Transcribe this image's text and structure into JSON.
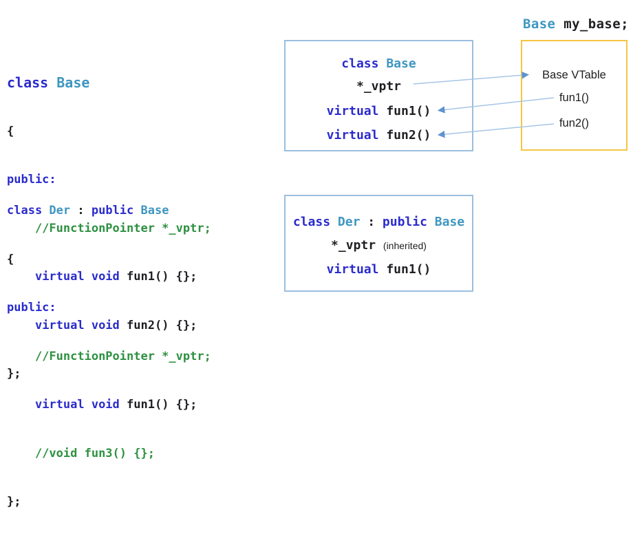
{
  "palette": {
    "keyword_blue": "#2b2bcd",
    "type_teal": "#3e96c0",
    "comment_green": "#2e9140",
    "code_dark": "#1f1f23",
    "box_blue_border": "#9bbedf",
    "box_yellow_border": "#f5c542",
    "arrow_line": "#a6c5e7",
    "arrow_head": "#5e93cf"
  },
  "code_left": {
    "base_lines": [
      [
        {
          "t": "class ",
          "c": "kw"
        },
        {
          "t": "Base",
          "c": "type"
        }
      ],
      [
        {
          "t": "{",
          "c": "pln"
        }
      ],
      [
        {
          "t": "public:",
          "c": "kw"
        }
      ],
      [
        {
          "t": "    ",
          "c": "pln"
        },
        {
          "t": "//FunctionPointer *_vptr;",
          "c": "cmt"
        }
      ],
      [
        {
          "t": "    ",
          "c": "pln"
        },
        {
          "t": "virtual void ",
          "c": "kw"
        },
        {
          "t": "fun1() {};",
          "c": "pln"
        }
      ],
      [
        {
          "t": "    ",
          "c": "pln"
        },
        {
          "t": "virtual void ",
          "c": "kw"
        },
        {
          "t": "fun2() {};",
          "c": "pln"
        }
      ],
      [
        {
          "t": "};",
          "c": "pln"
        }
      ]
    ],
    "der_lines": [
      [
        {
          "t": "class ",
          "c": "kw"
        },
        {
          "t": "Der",
          "c": "type"
        },
        {
          "t": " : ",
          "c": "pln"
        },
        {
          "t": "public ",
          "c": "kw"
        },
        {
          "t": "Base",
          "c": "type"
        }
      ],
      [
        {
          "t": "{",
          "c": "pln"
        }
      ],
      [
        {
          "t": "public:",
          "c": "kw"
        }
      ],
      [
        {
          "t": "    ",
          "c": "pln"
        },
        {
          "t": "//FunctionPointer *_vptr;",
          "c": "cmt"
        }
      ],
      [
        {
          "t": "    ",
          "c": "pln"
        },
        {
          "t": "virtual void ",
          "c": "kw"
        },
        {
          "t": "fun1() {};",
          "c": "pln"
        }
      ],
      [
        {
          "t": "    ",
          "c": "pln"
        },
        {
          "t": "//void fun3() {};",
          "c": "cmt"
        }
      ],
      [
        {
          "t": "};",
          "c": "pln"
        }
      ]
    ]
  },
  "declaration": {
    "tokens": [
      {
        "t": "Base ",
        "c": "type"
      },
      {
        "t": "my_base;",
        "c": "pln"
      }
    ]
  },
  "base_box": {
    "title": [
      {
        "t": "class ",
        "c": "kw"
      },
      {
        "t": "Base",
        "c": "type"
      }
    ],
    "vptr": [
      {
        "t": "*_vptr",
        "c": "pln"
      }
    ],
    "fun1": [
      {
        "t": "virtual ",
        "c": "kw"
      },
      {
        "t": "fun1()",
        "c": "pln"
      }
    ],
    "fun2": [
      {
        "t": "virtual ",
        "c": "kw"
      },
      {
        "t": "fun2()",
        "c": "pln"
      }
    ]
  },
  "vtable_box": {
    "title": "Base VTable",
    "entries": [
      "fun1()",
      "fun2()"
    ]
  },
  "der_box": {
    "title": [
      {
        "t": "class ",
        "c": "kw"
      },
      {
        "t": "Der",
        "c": "type"
      },
      {
        "t": " : ",
        "c": "pln"
      },
      {
        "t": "public ",
        "c": "kw"
      },
      {
        "t": "Base",
        "c": "type"
      }
    ],
    "vptr": [
      {
        "t": "*_vptr ",
        "c": "pln"
      },
      {
        "t": "(inherited)",
        "c": "sans"
      }
    ],
    "fun1": [
      {
        "t": "virtual ",
        "c": "kw"
      },
      {
        "t": "fun1()",
        "c": "pln"
      }
    ]
  }
}
